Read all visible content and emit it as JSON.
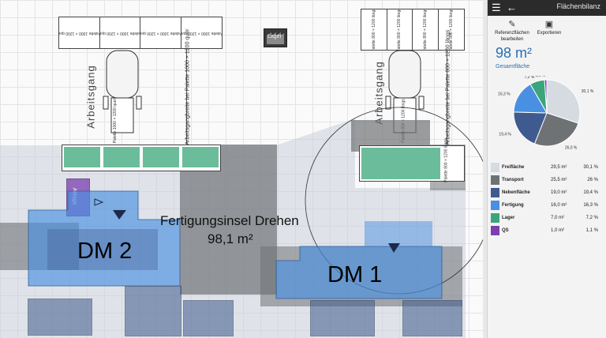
{
  "app": {
    "panel_title": "Flächenbilanz",
    "menu_icon": "hamburger-menu-icon",
    "back_icon": "back-arrow-icon"
  },
  "toolbar": {
    "edit_reference_label_1": "Referenzflächen",
    "edit_reference_label_2": "bearbeiten",
    "edit_icon": "pencil-icon",
    "export_label": "Exportieren",
    "export_icon": "export-file-icon"
  },
  "summary": {
    "total_value": "98 m²",
    "total_label": "Gesamtfläche"
  },
  "pie_labels": [
    "30,1 %",
    "26,0 %",
    "19,4 %",
    "16,3 %",
    "7,2 %",
    "1,1 %"
  ],
  "chart_data": {
    "type": "pie",
    "categories": [
      "Freifläche",
      "Transport",
      "Nebenfläche",
      "Fertigung",
      "Lager",
      "QS"
    ],
    "values": [
      30.1,
      26.0,
      19.4,
      16.3,
      7.2,
      1.1
    ],
    "colors": [
      "#d6dbe1",
      "#6f7275",
      "#3f5a8e",
      "#4a90e2",
      "#3aa57a",
      "#7b3fb0"
    ]
  },
  "legend": [
    {
      "name": "Freifläche",
      "area": "29,5 m²",
      "pct": "30,1 %",
      "color": "#d6dbe1"
    },
    {
      "name": "Transport",
      "area": "25,5 m²",
      "pct": "26 %",
      "color": "#6f7275"
    },
    {
      "name": "Nebenfläche",
      "area": "19,0 m²",
      "pct": "19,4 %",
      "color": "#3f5a8e"
    },
    {
      "name": "Fertigung",
      "area": "16,0 m²",
      "pct": "16,3 %",
      "color": "#4a90e2"
    },
    {
      "name": "Lager",
      "area": "7,0 m²",
      "pct": "7,2 %",
      "color": "#3aa57a"
    },
    {
      "name": "QS",
      "area": "1,0 m²",
      "pct": "1,1 %",
      "color": "#7b3fb0"
    }
  ],
  "canvas": {
    "pallets_left": [
      "Palette 1000 × 1200 quer",
      "Palette 1000 × 1200 quer",
      "Palette 1000 × 1200 quer",
      "Palette 1000 × 1200 quer"
    ],
    "pallets_right": [
      "Palette 800 × 1200 längs",
      "Palette 800 × 1200 längs",
      "Palette 800 × 1200 längs",
      "Palette 800 × 1200 längs"
    ],
    "aisle_label": "Arbeitsgang",
    "aisle_width_left": "Arbeitsgangbreite bei Palette 1000 × 1200 quer",
    "aisle_width_right": "Arbeitsgangbreite bei Palette 800 × 1200 längs",
    "forklift_left_pallet": "Palette 1000 × 1200 quer",
    "forklift_right_pallet": "Palette 800 × 1200 längs",
    "side_pallet_right": "Palette 800 × 1200 längs",
    "lager_label": "Lager",
    "island_title": "Fertigungsinsel Drehen",
    "island_area": "98,1 m²",
    "machine_dm2": "DM 2",
    "machine_dm1": "DM 1",
    "qs_label": "Ablage"
  }
}
